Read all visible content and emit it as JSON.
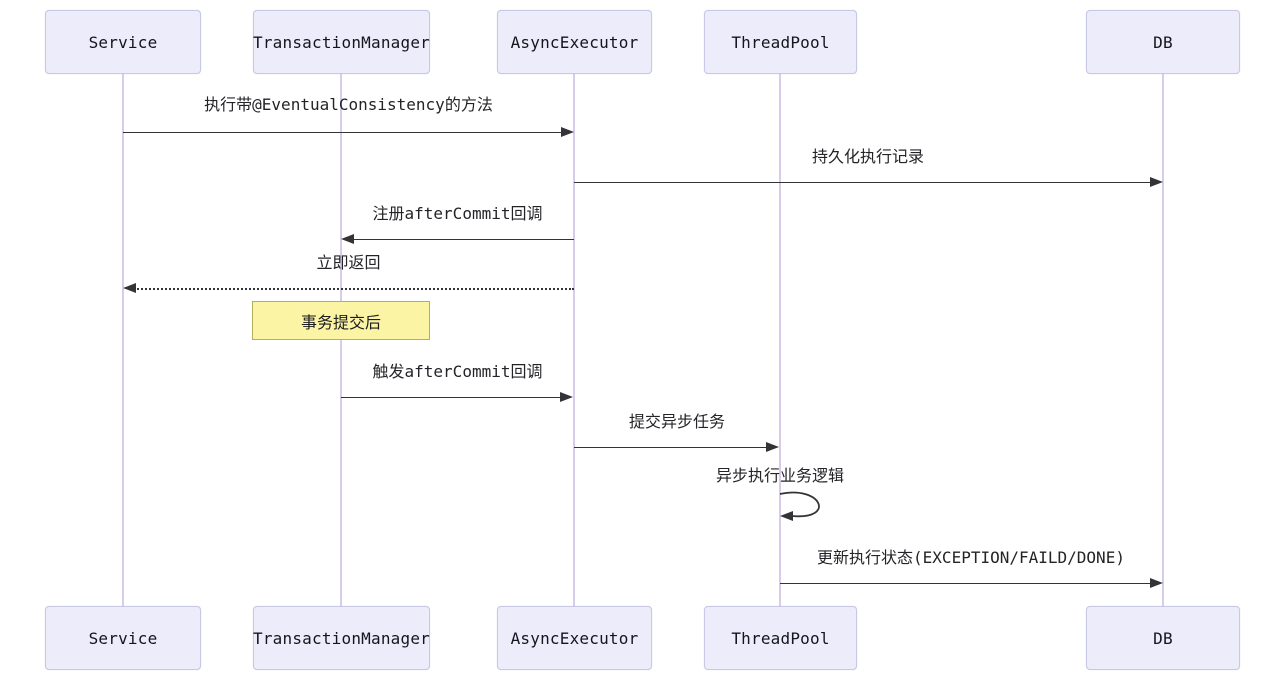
{
  "participants": [
    {
      "name": "Service"
    },
    {
      "name": "TransactionManager"
    },
    {
      "name": "AsyncExecutor"
    },
    {
      "name": "ThreadPool"
    },
    {
      "name": "DB"
    }
  ],
  "messages": [
    {
      "label": "执行带@EventualConsistency的方法",
      "from": "Service",
      "to": "AsyncExecutor",
      "line": "solid"
    },
    {
      "label": "持久化执行记录",
      "from": "AsyncExecutor",
      "to": "DB",
      "line": "solid"
    },
    {
      "label": "注册afterCommit回调",
      "from": "AsyncExecutor",
      "to": "TransactionManager",
      "line": "solid"
    },
    {
      "label": "立即返回",
      "from": "AsyncExecutor",
      "to": "Service",
      "line": "dotted"
    },
    {
      "label": "触发afterCommit回调",
      "from": "TransactionManager",
      "to": "AsyncExecutor",
      "line": "solid"
    },
    {
      "label": "提交异步任务",
      "from": "AsyncExecutor",
      "to": "ThreadPool",
      "line": "solid"
    },
    {
      "label": "异步执行业务逻辑",
      "from": "ThreadPool",
      "to": "ThreadPool",
      "line": "self"
    },
    {
      "label": "更新执行状态(EXCEPTION/FAILD/DONE)",
      "from": "ThreadPool",
      "to": "DB",
      "line": "solid"
    }
  ],
  "note": {
    "label": "事务提交后",
    "over": "TransactionManager"
  },
  "colors": {
    "actor_fill": "#ececfb",
    "actor_border": "#c7c7e6",
    "lifeline": "#d7cdea",
    "arrow": "#343438",
    "note_fill": "#fbf4a5",
    "note_border": "#b2b25e",
    "background": "#ffffff",
    "text": "#242428"
  }
}
